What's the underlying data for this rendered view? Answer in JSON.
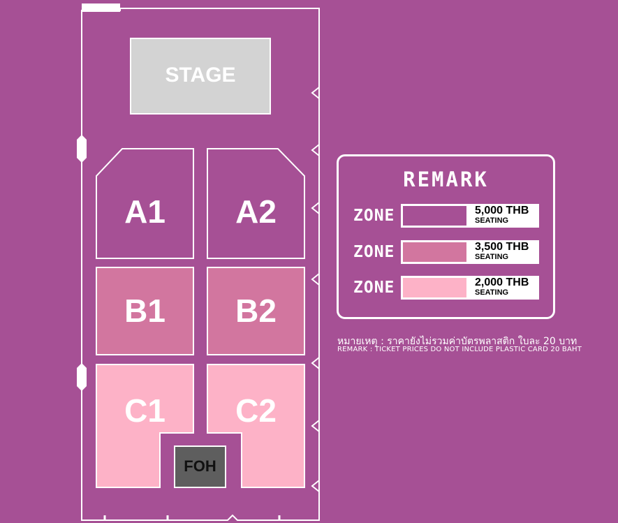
{
  "stage": {
    "label": "STAGE"
  },
  "zones": [
    {
      "id": "A1",
      "label": "A1",
      "tier": "a"
    },
    {
      "id": "A2",
      "label": "A2",
      "tier": "a"
    },
    {
      "id": "B1",
      "label": "B1",
      "tier": "b"
    },
    {
      "id": "B2",
      "label": "B2",
      "tier": "b"
    },
    {
      "id": "C1",
      "label": "C1",
      "tier": "c"
    },
    {
      "id": "C2",
      "label": "C2",
      "tier": "c"
    }
  ],
  "foh": {
    "label": "FOH"
  },
  "colors": {
    "background": "#a65095",
    "tier_a": "#a65095",
    "tier_b": "#d2769f",
    "tier_c": "#fdb2c7",
    "stage": "#d3d3d3",
    "foh": "#5e5e5e",
    "outline": "#ffffff"
  },
  "remark": {
    "title": "REMARK",
    "rows": [
      {
        "zone_word": "ZONE",
        "price": "5,000 THB",
        "type": "SEATING",
        "tier": "a"
      },
      {
        "zone_word": "ZONE",
        "price": "3,500 THB",
        "type": "SEATING",
        "tier": "b"
      },
      {
        "zone_word": "ZONE",
        "price": "2,000 THB",
        "type": "SEATING",
        "tier": "c"
      }
    ]
  },
  "note": {
    "thai": "หมายเหตุ : ราคายังไม่รวมค่าบัตรพลาสติก ใบละ 20 บาท",
    "english": "REMARK : TICKET PRICES DO NOT INCLUDE PLASTIC CARD 20 BAHT"
  }
}
